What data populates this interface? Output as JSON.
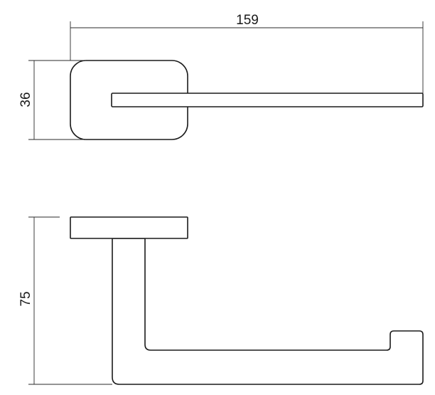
{
  "dimensions": {
    "width": "159",
    "height_top": "36",
    "height_side": "75"
  },
  "colors": {
    "line": "#1a1a1a",
    "background": "#ffffff"
  }
}
